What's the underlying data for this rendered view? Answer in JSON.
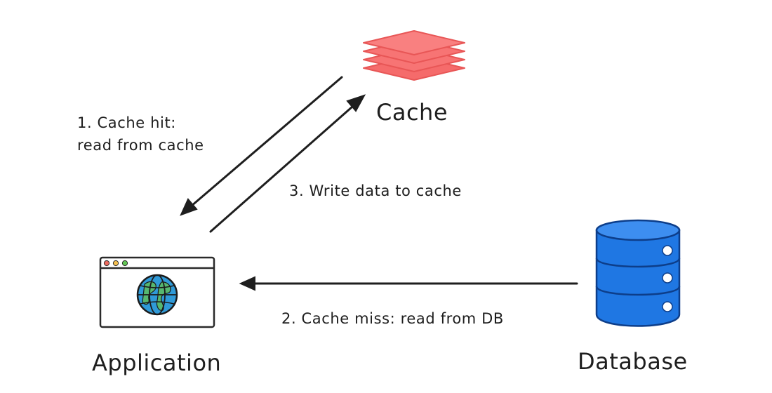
{
  "diagram": {
    "nodes": {
      "cache": {
        "label": "Cache",
        "icon": "stacked-layers-icon",
        "color": "#f56b6b"
      },
      "application": {
        "label": "Application",
        "icon": "browser-window-globe-icon",
        "color": "#2f9ad8"
      },
      "database": {
        "label": "Database",
        "icon": "database-cylinder-icon",
        "color": "#1f77e3"
      }
    },
    "edges": {
      "cache_hit": {
        "from": "Cache",
        "to": "Application",
        "label_line1": "1. Cache hit:",
        "label_line2": "read from cache"
      },
      "db_read": {
        "from": "Database",
        "to": "Application",
        "label": "2. Cache miss: read from DB"
      },
      "cache_write": {
        "from": "Application",
        "to": "Cache",
        "label": "3. Write data to cache"
      }
    }
  }
}
